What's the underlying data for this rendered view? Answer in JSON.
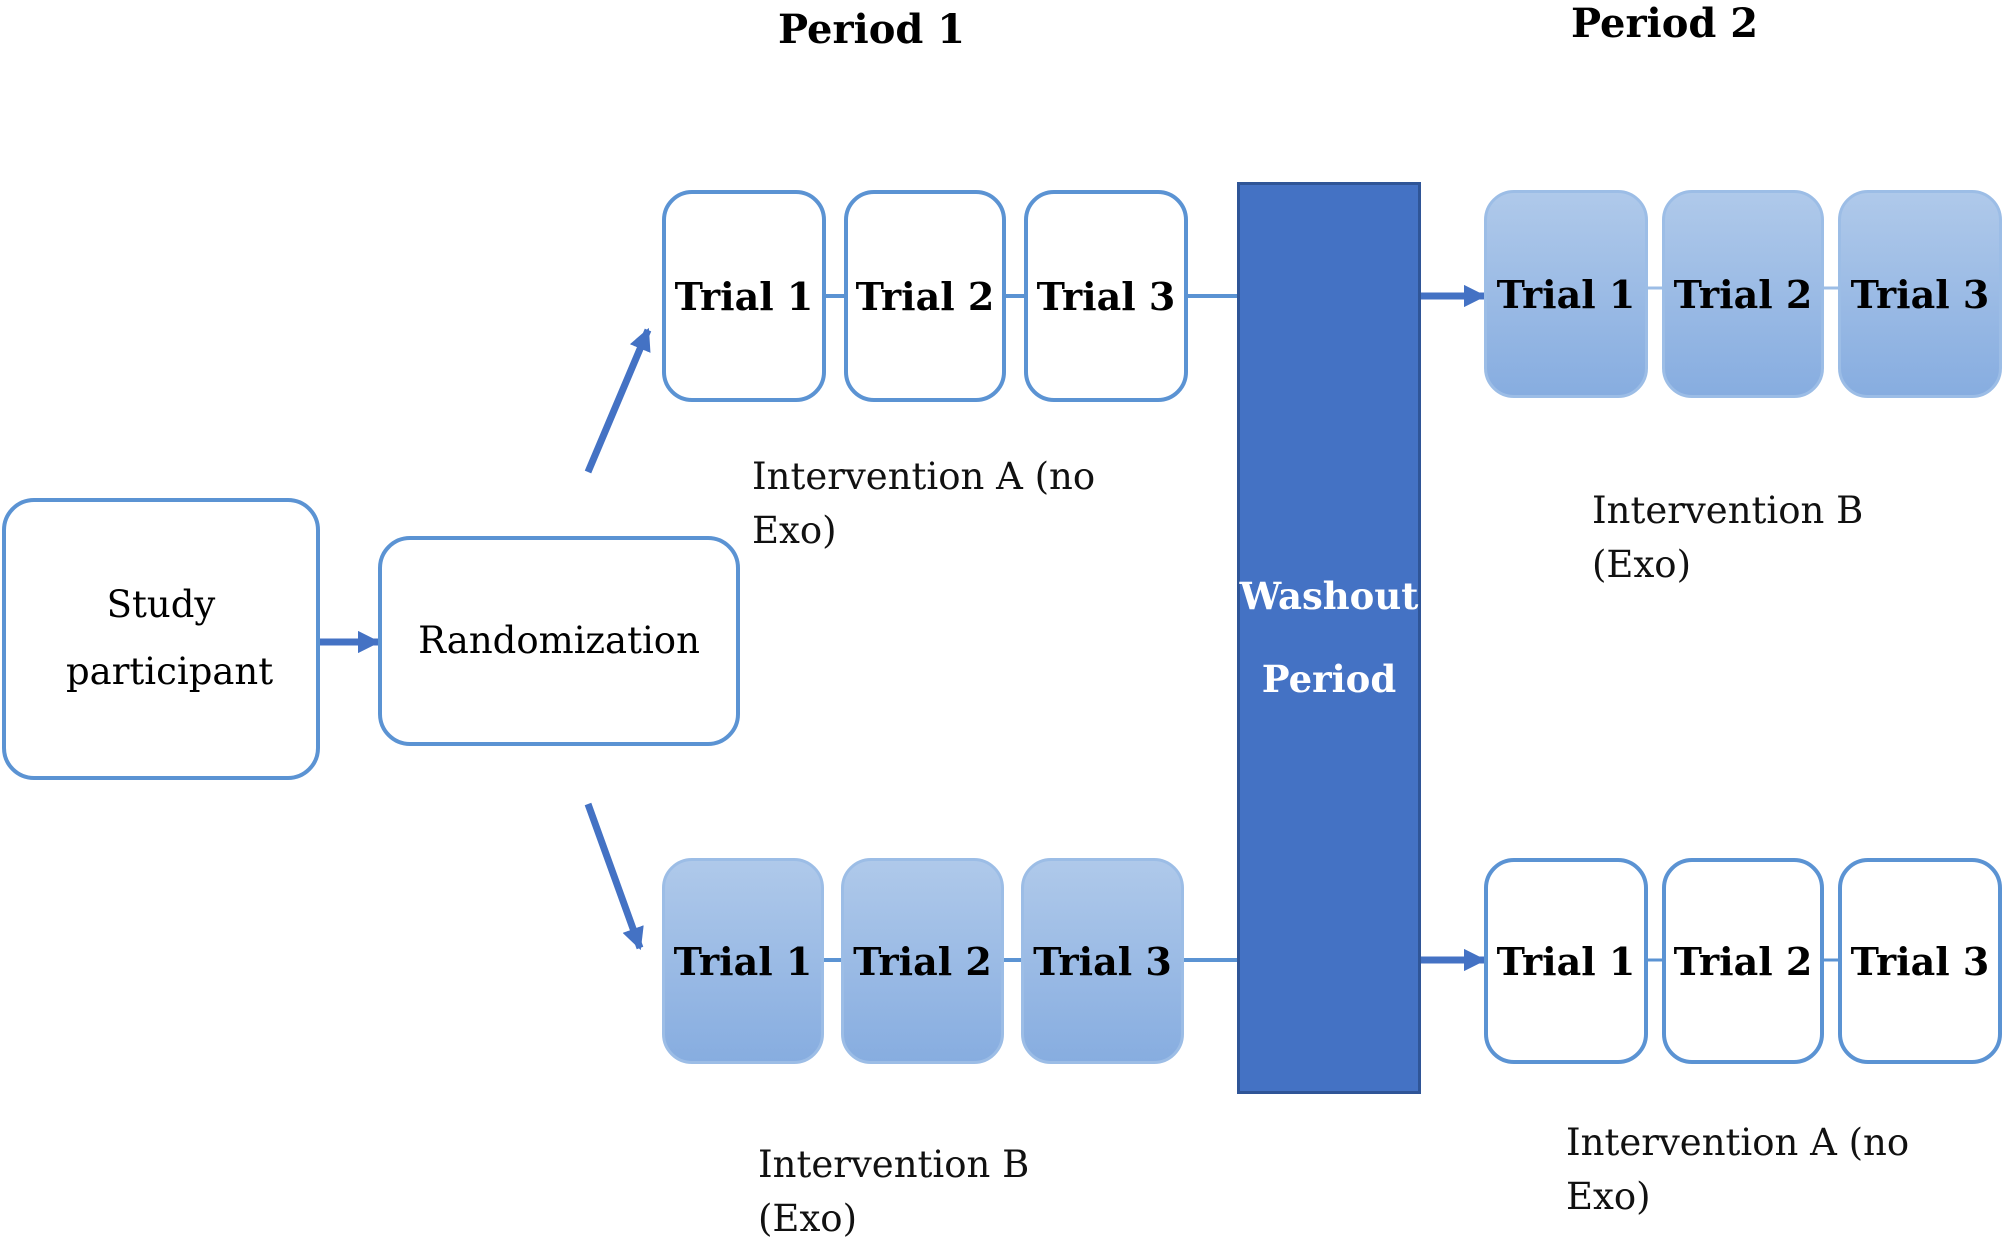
{
  "period1_title": "Period 1",
  "period2_title": "Period 2",
  "study_participant": "Study participant",
  "randomization": "Randomization",
  "washout": {
    "line1": "Washout",
    "line2": "Period"
  },
  "trials": [
    "Trial 1",
    "Trial 2",
    "Trial 3"
  ],
  "groups": {
    "top": {
      "period1_label": "Intervention A (no Exo)",
      "period2_label": "Intervention B (Exo)"
    },
    "bottom": {
      "period1_label": "Intervention B (Exo)",
      "period2_label": "Intervention A (no Exo)"
    }
  },
  "colors": {
    "outline": "#5b93d3",
    "arrow": "#4472c4",
    "filled_trial_top": "#afc9ea",
    "filled_trial_bottom": "#87ade0",
    "washout_fill": "#4472c4"
  }
}
